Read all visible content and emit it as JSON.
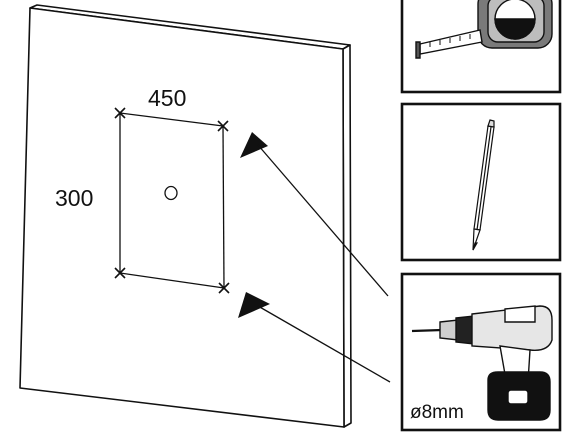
{
  "diagram": {
    "width_label": "450",
    "height_label": "300",
    "drill_bit_label": "ø8mm"
  },
  "tools": [
    {
      "icon": "tape-measure-icon"
    },
    {
      "icon": "pencil-icon"
    },
    {
      "icon": "cordless-drill-icon"
    }
  ],
  "colors": {
    "stroke": "#111111",
    "panel_fill": "#ffffff",
    "background": "#ffffff"
  }
}
